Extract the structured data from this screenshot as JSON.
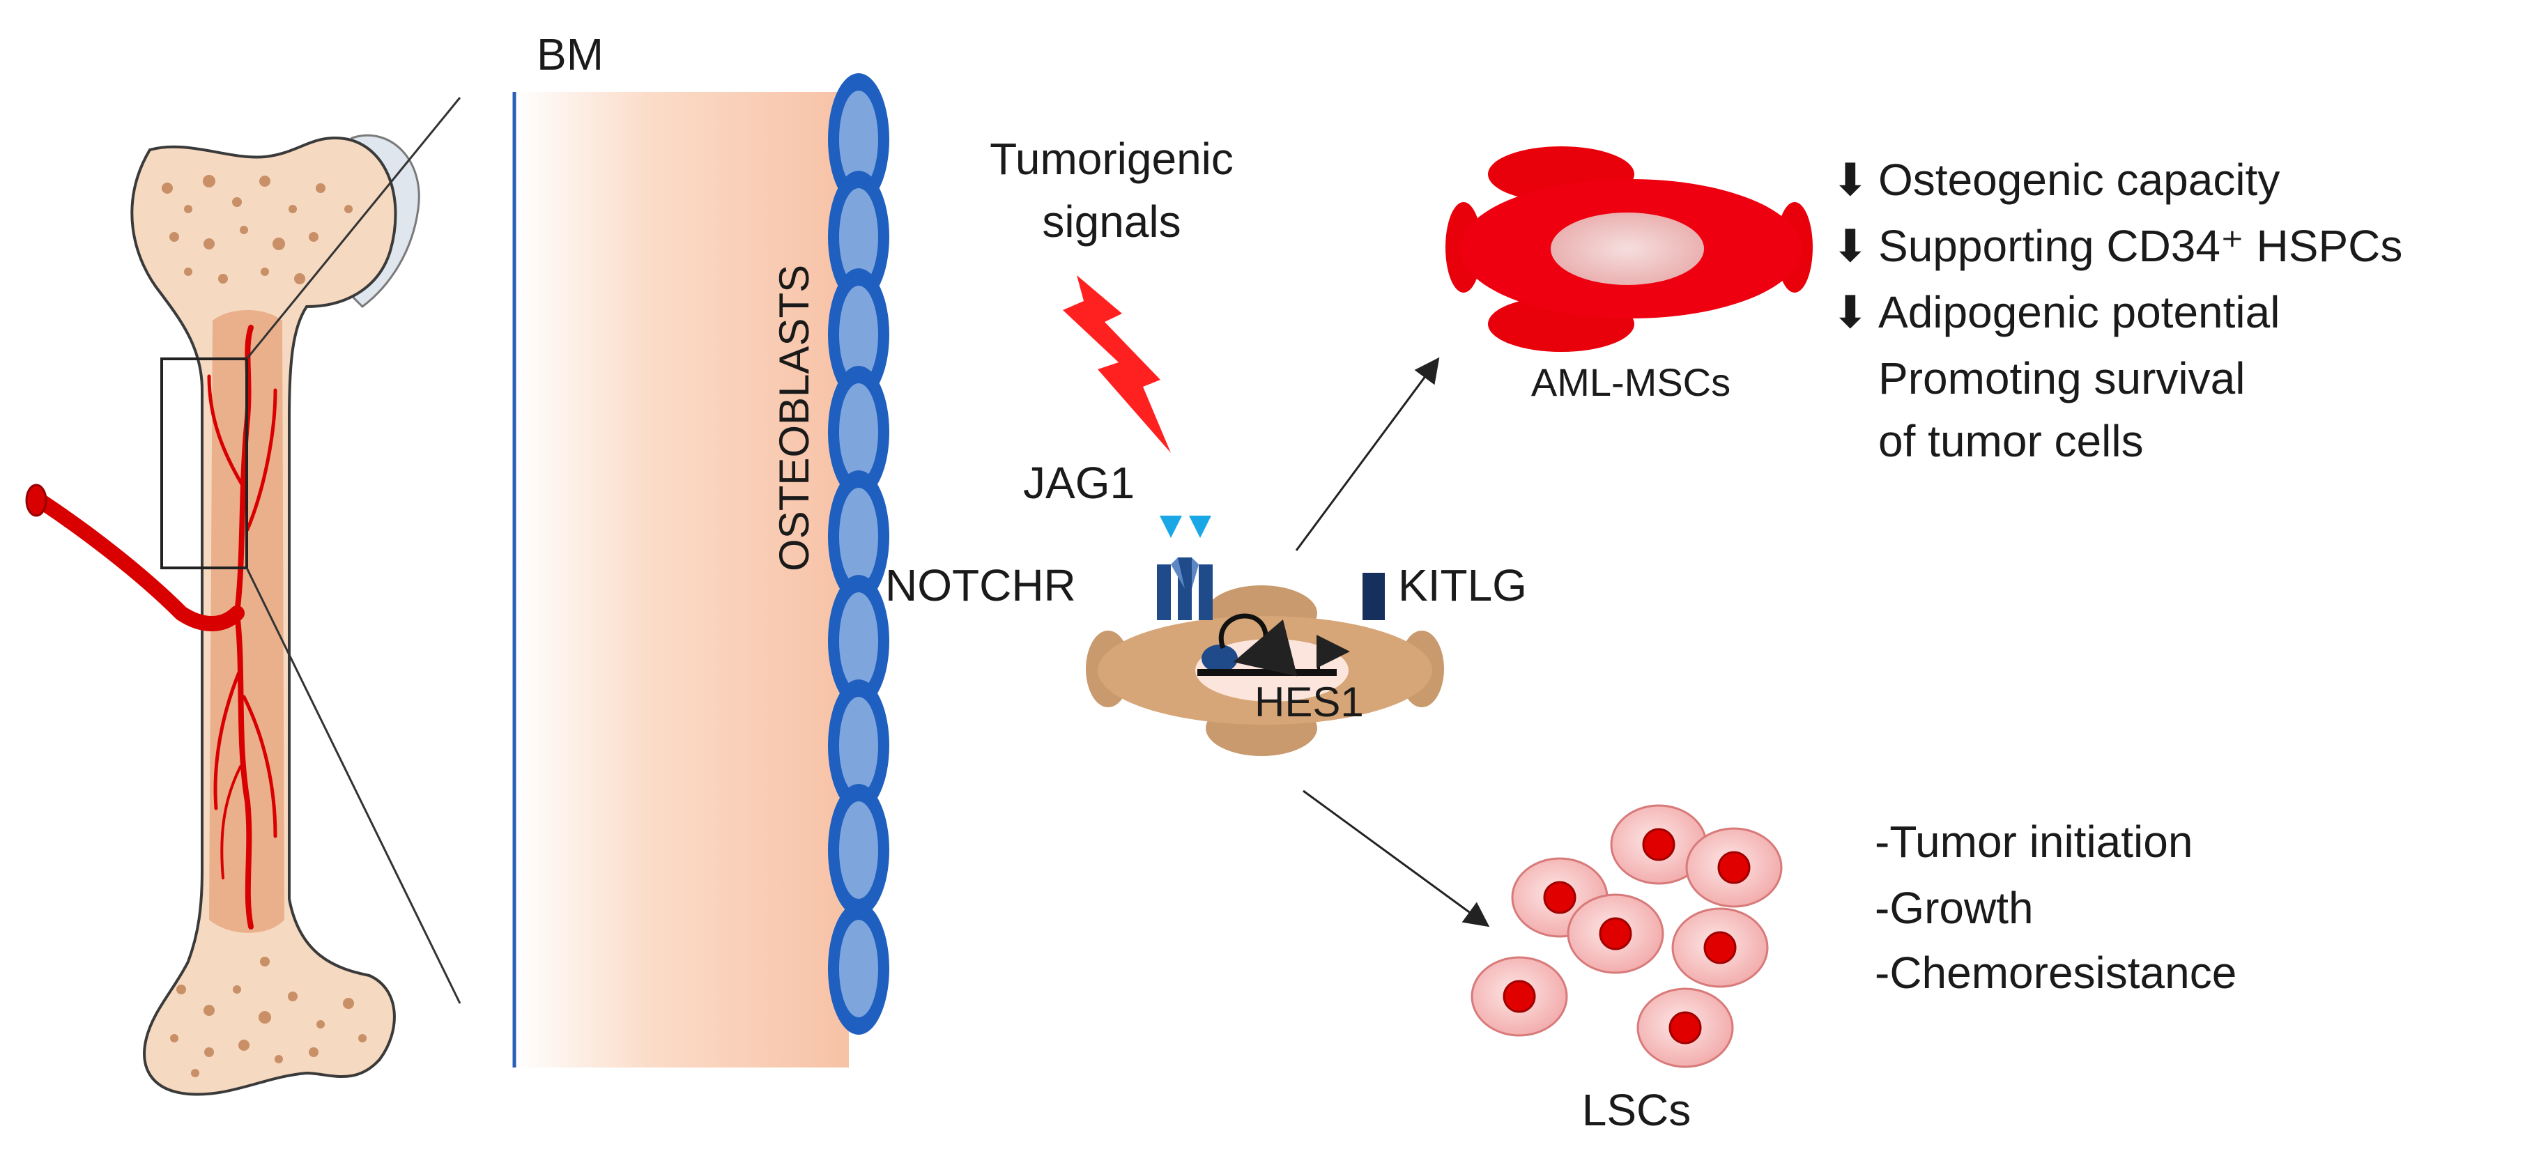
{
  "labels": {
    "bm": "BM",
    "osteoblasts": "OSTEOBLASTS",
    "tumorigenic_line1": "Tumorigenic",
    "tumorigenic_line2": "signals",
    "jag1": "JAG1",
    "notchr": "NOTCHR",
    "kitlg": "KITLG",
    "hes1": "HES1",
    "aml_mscs": "AML-MSCs",
    "lscs": "LSCs"
  },
  "aml_effects": [
    {
      "arrow": "⬇",
      "text": "Osteogenic capacity"
    },
    {
      "arrow": "⬇",
      "text": "Supporting CD34⁺ HSPCs"
    },
    {
      "arrow": "⬇",
      "text": "Adipogenic  potential"
    },
    {
      "arrow": "",
      "text": "Promoting survival"
    },
    {
      "arrow": "",
      "text": "of tumor cells"
    }
  ],
  "lsc_effects": [
    "-Tumor initiation",
    "-Growth",
    "-Chemoresistance"
  ],
  "colors": {
    "bone_fill": "#f5d9c1",
    "bone_stroke": "#3a3a3a",
    "marrow": "#e8a883",
    "vessel": "#d80000",
    "bm_gradient_start": "#f8c8ad",
    "bm_gradient_end": "#ffffff",
    "osteoblast_fill": "#7ea6dd",
    "osteoblast_stroke": "#1f5fbf",
    "msc_fill": "#c99a6d",
    "aml_msc": "#e8000a",
    "lsc_fill": "#f7c3c3",
    "lsc_nucleus": "#e00000",
    "receptor": "#1f4b8a",
    "ligand": "#1aa7e6",
    "lightning": "#ff2020"
  }
}
